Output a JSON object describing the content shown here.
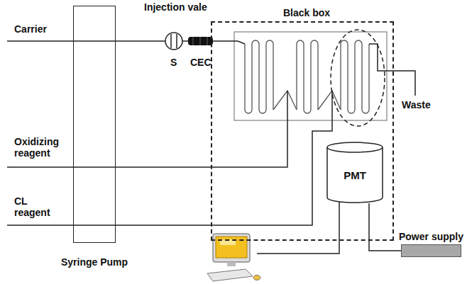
{
  "diagram": {
    "nodes": [
      {
        "text": [
          "Syringe Pump"
        ]
      },
      {
        "text": [
          "Black box"
        ]
      },
      {
        "text": [
          "PMT"
        ],
        "in": 1
      },
      {
        "text": [
          "Power supply"
        ]
      }
    ],
    "edges": [
      {
        "from": 2,
        "to": 3,
        "arrow": "none"
      }
    ],
    "labels": [
      "Injection vale",
      "Carrier",
      "S",
      "CEC",
      "Oxidizing reagent",
      "CL reagent",
      "Waste"
    ]
  }
}
